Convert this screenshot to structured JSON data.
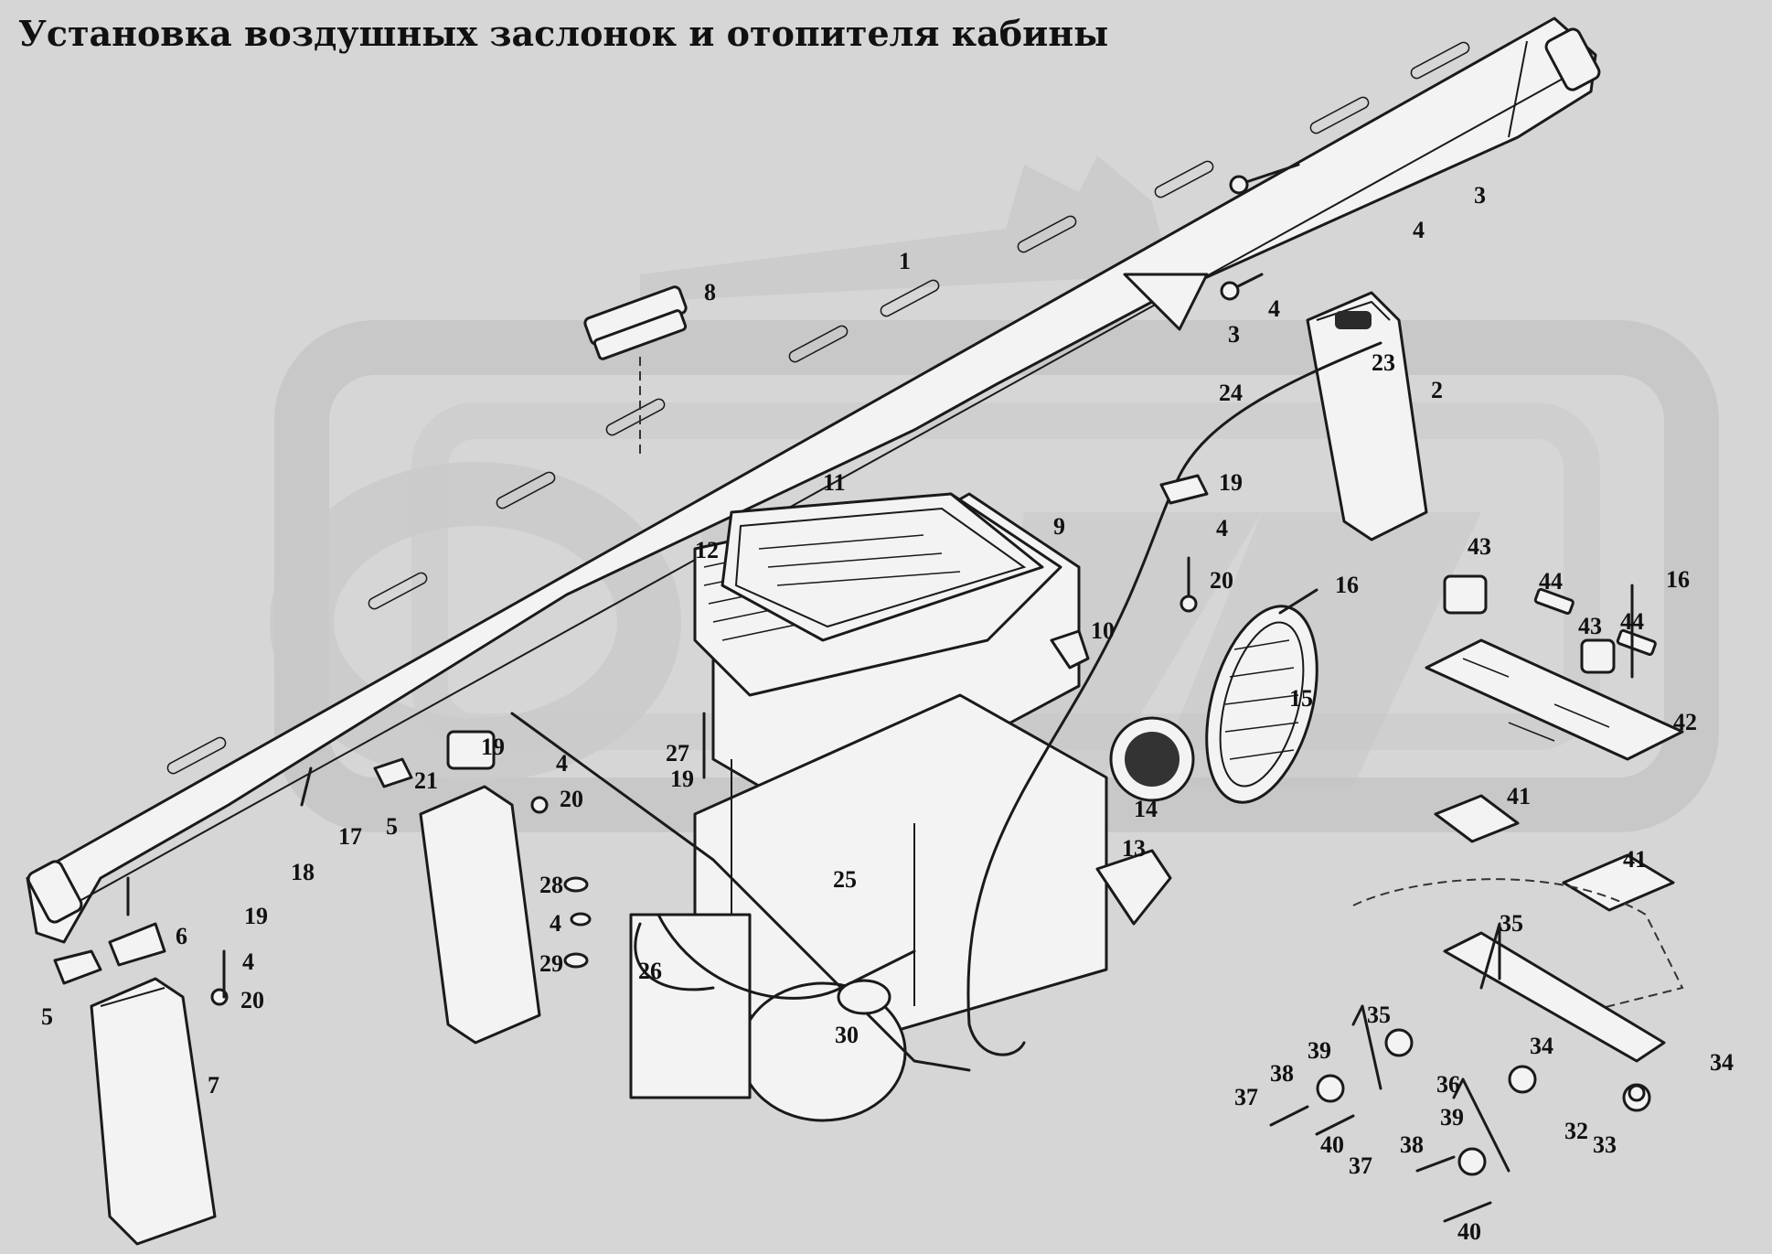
{
  "title": "Установка воздушных заслонок и отопителя кабины",
  "callouts": [
    {
      "text": "1"
    },
    {
      "text": "2"
    },
    {
      "text": "3"
    },
    {
      "text": "3"
    },
    {
      "text": "4"
    },
    {
      "text": "4"
    },
    {
      "text": "4"
    },
    {
      "text": "4"
    },
    {
      "text": "4"
    },
    {
      "text": "4"
    },
    {
      "text": "5"
    },
    {
      "text": "5"
    },
    {
      "text": "6"
    },
    {
      "text": "7"
    },
    {
      "text": "8"
    },
    {
      "text": "9"
    },
    {
      "text": "10"
    },
    {
      "text": "11"
    },
    {
      "text": "12"
    },
    {
      "text": "13"
    },
    {
      "text": "14"
    },
    {
      "text": "15"
    },
    {
      "text": "16"
    },
    {
      "text": "16"
    },
    {
      "text": "17"
    },
    {
      "text": "18"
    },
    {
      "text": "19"
    },
    {
      "text": "19"
    },
    {
      "text": "19"
    },
    {
      "text": "19"
    },
    {
      "text": "20"
    },
    {
      "text": "20"
    },
    {
      "text": "20"
    },
    {
      "text": "21"
    },
    {
      "text": "23"
    },
    {
      "text": "24"
    },
    {
      "text": "25"
    },
    {
      "text": "26"
    },
    {
      "text": "27"
    },
    {
      "text": "28"
    },
    {
      "text": "29"
    },
    {
      "text": "30"
    },
    {
      "text": "32"
    },
    {
      "text": "33"
    },
    {
      "text": "34"
    },
    {
      "text": "34"
    },
    {
      "text": "35"
    },
    {
      "text": "35"
    },
    {
      "text": "36"
    },
    {
      "text": "37"
    },
    {
      "text": "37"
    },
    {
      "text": "38"
    },
    {
      "text": "38"
    },
    {
      "text": "39"
    },
    {
      "text": "39"
    },
    {
      "text": "40"
    },
    {
      "text": "40"
    },
    {
      "text": "41"
    },
    {
      "text": "41"
    },
    {
      "text": "42"
    },
    {
      "text": "43"
    },
    {
      "text": "43"
    },
    {
      "text": "44"
    },
    {
      "text": "44"
    }
  ]
}
